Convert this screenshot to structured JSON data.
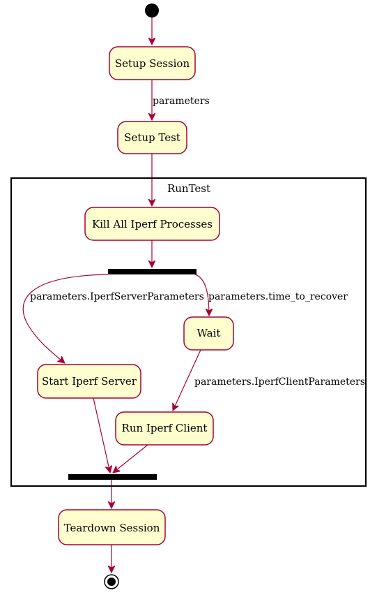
{
  "diagram": {
    "partition_label": "RunTest",
    "nodes": {
      "setup_session": "Setup Session",
      "setup_test": "Setup Test",
      "kill_all": "Kill All Iperf Processes",
      "wait": "Wait",
      "start_server": "Start Iperf Server",
      "run_client": "Run Iperf Client",
      "teardown": "Teardown Session"
    },
    "edge_labels": {
      "session_to_test": "parameters",
      "fork_to_server": "parameters.IperfServerParameters",
      "fork_to_wait": "parameters.time_to_recover",
      "wait_to_client": "parameters.IperfClientParameters"
    },
    "colors": {
      "node_fill": "#FEFECE",
      "node_border": "#A80036",
      "arrow": "#A80036"
    }
  }
}
